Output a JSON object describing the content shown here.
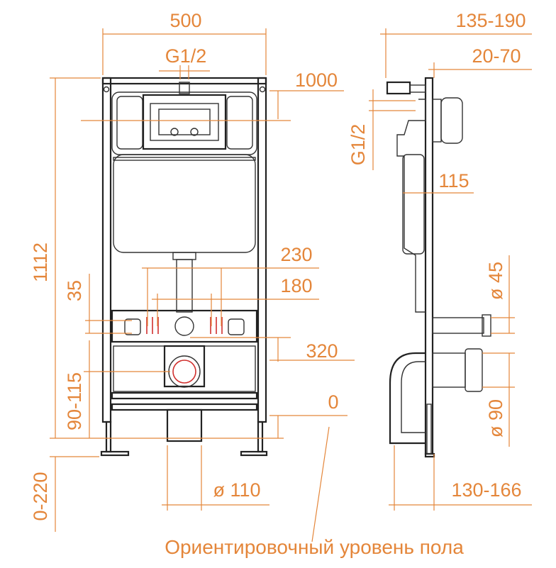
{
  "dimensions": {
    "width_total": "500",
    "pipe_thread": "G1/2",
    "height_1000": "1000",
    "height_total": "1112",
    "d230": "230",
    "d180": "180",
    "d35": "35",
    "d320": "320",
    "d90_115": "90-115",
    "floor_zero": "0",
    "adjust_0_220": "0-220",
    "drain_110": "ø 110",
    "depth_135_190": "135-190",
    "depth_20_70": "20-70",
    "side_thread": "G1/2",
    "d115": "115",
    "flush_45": "ø 45",
    "drain_90": "ø 90",
    "depth_130_166": "130-166"
  },
  "caption": "Ориентировочный уровень пола",
  "colors": {
    "dimension": "#e4863a",
    "frame": "#222222",
    "marker": "#d0302e"
  }
}
